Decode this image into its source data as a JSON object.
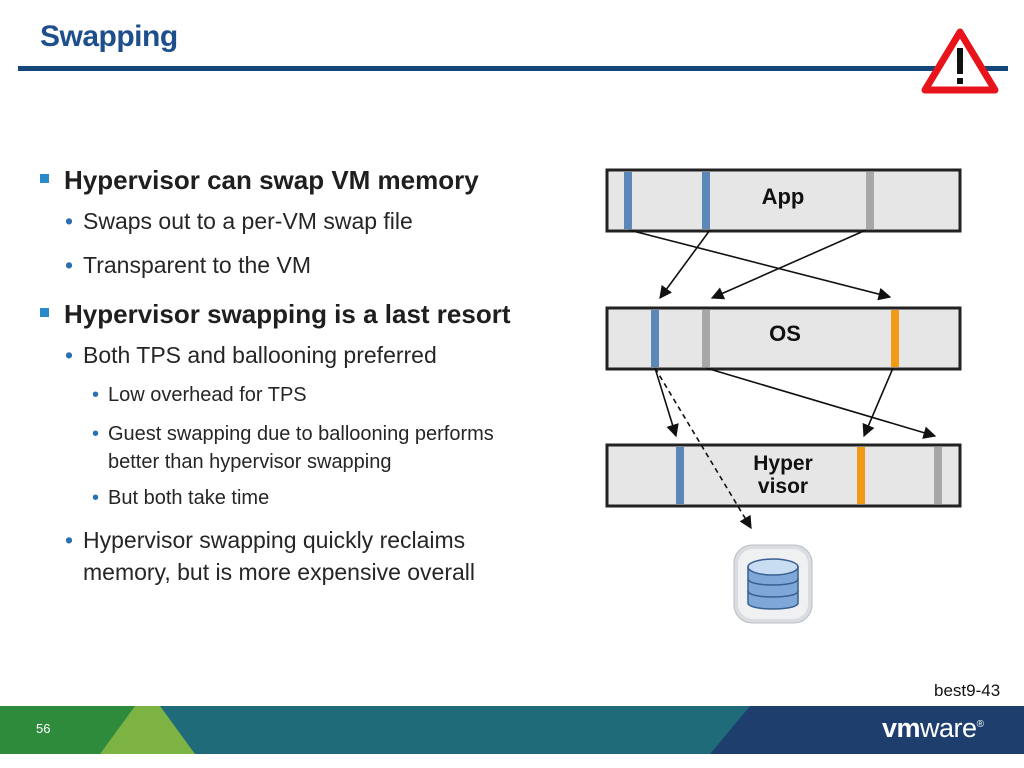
{
  "title": "Swapping",
  "bullets": [
    {
      "level": 1,
      "text": "Hypervisor can swap VM memory"
    },
    {
      "level": 2,
      "text": "Swaps out to a per-VM swap file"
    },
    {
      "level": 2,
      "text": "Transparent to the VM"
    },
    {
      "level": 1,
      "text": "Hypervisor swapping is a last resort"
    },
    {
      "level": 2,
      "text": "Both TPS and ballooning preferred"
    },
    {
      "level": 3,
      "text": "Low overhead for TPS"
    },
    {
      "level": 3,
      "text": "Guest swapping due to ballooning performs"
    },
    {
      "level": 3,
      "text": "better than hypervisor swapping"
    },
    {
      "level": 3,
      "text": "But both take time"
    },
    {
      "level": 2,
      "text": "Hypervisor swapping quickly reclaims"
    },
    {
      "level": 2,
      "text": "memory, but is more expensive overall"
    }
  ],
  "diagram": {
    "layers": [
      {
        "id": "app",
        "label": "App"
      },
      {
        "id": "os",
        "label": "OS"
      },
      {
        "id": "hypervisor",
        "label_lines": [
          "Hyper",
          "visor"
        ]
      }
    ],
    "colors": {
      "layer_fill": "#e6e6e6",
      "layer_border": "#222222",
      "blue_page": "#5b88b8",
      "gray_page": "#a8a8a8",
      "orange_page": "#f19a16",
      "arrow": "#111111"
    },
    "swap_icon": "database-icon"
  },
  "warning_icon": "warning-triangle-icon",
  "footer": {
    "slide_id": "best9-43",
    "page_number": "56",
    "logo_vm": "vm",
    "logo_ware": "ware",
    "logo_reg": "®",
    "colors": {
      "green": "#7cb342",
      "teal": "#1f6b7a",
      "navy": "#1e3f6e"
    }
  }
}
